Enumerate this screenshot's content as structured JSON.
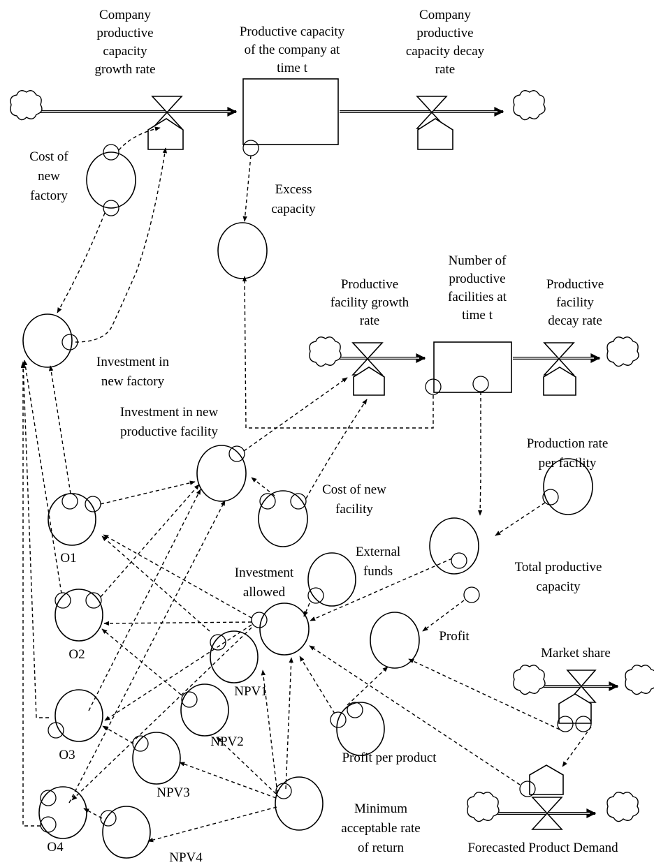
{
  "labels": {
    "company_growth_rate": [
      "Company",
      "productive",
      "capacity",
      "growth rate"
    ],
    "company_capacity_stock": [
      "Productive capacity",
      "of the company at",
      "time t"
    ],
    "company_decay_rate": [
      "Company",
      "productive",
      "capacity decay",
      "rate"
    ],
    "cost_new_factory": [
      "Cost of",
      "new",
      "factory"
    ],
    "excess_capacity": [
      "Excess",
      "capacity"
    ],
    "facility_growth_rate": [
      "Productive",
      "facility growth",
      "rate"
    ],
    "facilities_stock": [
      "Number of",
      "productive",
      "facilities at",
      "time t"
    ],
    "facility_decay_rate": [
      "Productive",
      "facility",
      "decay rate"
    ],
    "investment_new_factory": [
      "Investment in",
      "new factory"
    ],
    "investment_new_facility": [
      "Investment in new",
      "productive facility"
    ],
    "cost_new_facility": [
      "Cost of new",
      "facility"
    ],
    "production_rate_per_facility": [
      "Production rate",
      "per facility"
    ],
    "total_productive_capacity": [
      "Total productive",
      "capacity"
    ],
    "external_funds": [
      "External",
      "funds"
    ],
    "investment_allowed": [
      "Investment",
      "allowed"
    ],
    "profit": "Profit",
    "market_share": "Market share",
    "profit_per_product": "Profit per product",
    "min_rate_of_return": [
      "Minimum",
      "acceptable rate",
      "of return"
    ],
    "forecasted_demand": "Forecasted Product Demand",
    "o1": "O1",
    "o2": "O2",
    "o3": "O3",
    "o4": "O4",
    "npv1": "NPV1",
    "npv2": "NPV2",
    "npv3": "NPV3",
    "npv4": "NPV4"
  }
}
